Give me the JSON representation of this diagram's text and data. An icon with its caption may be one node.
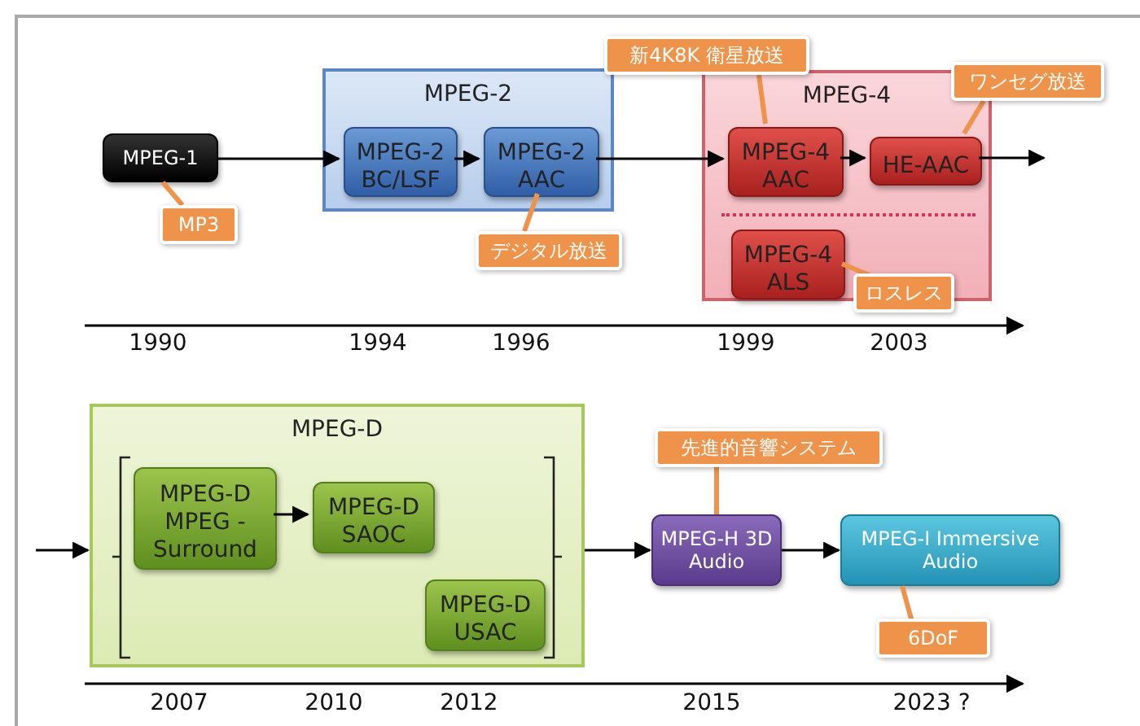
{
  "diagram": {
    "nodes": [
      {
        "text": [
          "MPEG-1"
        ]
      },
      {
        "text": [
          "MPEG-2"
        ]
      },
      {
        "text": [
          "MPEG-2 BC/LSF"
        ],
        "in": 1
      },
      {
        "text": [
          "MPEG-2 AAC"
        ],
        "in": 1
      },
      {
        "text": [
          "MPEG-4"
        ]
      },
      {
        "text": [
          "MPEG-4 AAC"
        ],
        "in": 4
      },
      {
        "text": [
          "HE-AAC"
        ],
        "in": 4
      },
      {
        "text": [
          "MPEG-4 ALS"
        ],
        "in": 4
      },
      {
        "text": [
          "MPEG-D"
        ]
      },
      {
        "text": [
          "MPEG-D MPEG -Surround"
        ],
        "in": 8
      },
      {
        "text": [
          "MPEG-D SAOC"
        ],
        "in": 8
      },
      {
        "text": [
          "MPEG-D USAC"
        ],
        "in": 8
      },
      {
        "text": [
          "MPEG-H 3D Audio"
        ]
      },
      {
        "text": [
          "MPEG-I Immersive　Audio"
        ]
      },
      {
        "text": [
          "MP3"
        ]
      },
      {
        "text": [
          "デジタル放送"
        ]
      },
      {
        "text": [
          "新4K8K 衛星放送"
        ]
      },
      {
        "text": [
          "ワンセグ放送"
        ]
      },
      {
        "text": [
          "ロスレス"
        ]
      },
      {
        "text": [
          "先進的音響システム"
        ]
      },
      {
        "text": [
          "6DoF"
        ]
      }
    ],
    "edges": [
      {
        "from": 0,
        "to": 2,
        "arrow": "to"
      },
      {
        "from": 2,
        "to": 3,
        "arrow": "to"
      },
      {
        "from": 3,
        "to": 5,
        "arrow": "to"
      },
      {
        "from": 5,
        "to": 6,
        "arrow": "to"
      },
      {
        "from": 6,
        "to": null,
        "arrow": "to"
      },
      {
        "from": null,
        "to": 8,
        "arrow": "to"
      },
      {
        "from": 9,
        "to": 10,
        "arrow": "to"
      },
      {
        "from": 8,
        "to": 12,
        "arrow": "to"
      },
      {
        "from": 12,
        "to": 13,
        "arrow": "to"
      },
      {
        "from": 14,
        "to": 0,
        "arrow": "none",
        "style": "thick",
        "color": "#ef924a"
      },
      {
        "from": 15,
        "to": 3,
        "arrow": "none",
        "style": "thick",
        "color": "#ef924a"
      },
      {
        "from": 16,
        "to": 5,
        "arrow": "none",
        "style": "thick",
        "color": "#ef924a"
      },
      {
        "from": 17,
        "to": 6,
        "arrow": "none",
        "style": "thick",
        "color": "#ef924a"
      },
      {
        "from": 18,
        "to": 7,
        "arrow": "none",
        "style": "thick",
        "color": "#ef924a"
      },
      {
        "from": 19,
        "to": 12,
        "arrow": "none",
        "style": "thick",
        "color": "#ef924a"
      },
      {
        "from": 20,
        "to": 13,
        "arrow": "none",
        "style": "thick",
        "color": "#ef924a"
      }
    ],
    "labels": [
      "1990",
      "1994",
      "1996",
      "1999",
      "2003",
      "2007",
      "2010",
      "2012",
      "2015",
      "2023 ?"
    ]
  }
}
